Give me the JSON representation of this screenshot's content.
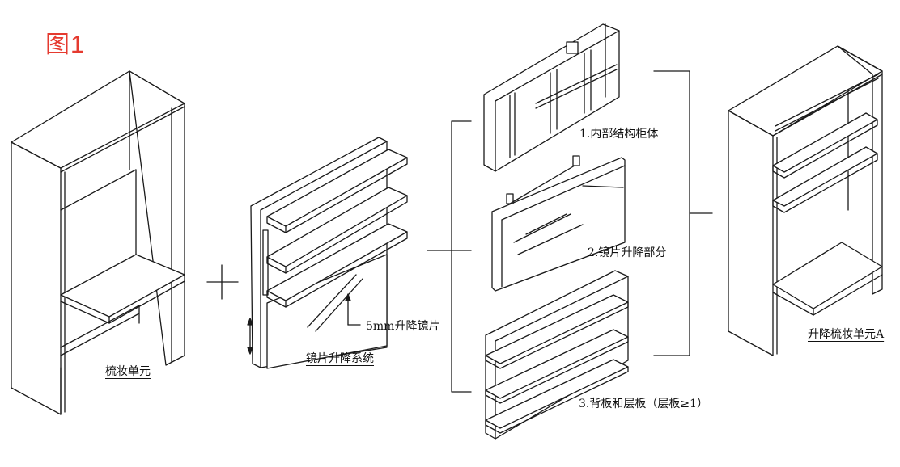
{
  "figure_label": "图1",
  "units": {
    "base_unit": "梳妆单元",
    "lift_system": "镜片升降系统",
    "mirror_note": "5mm升降镜片",
    "part1": "1.内部结构柜体",
    "part2": "2.镜片升降部分",
    "part3": "3.背板和层板（层板≥1）",
    "result_unit": "升降梳妆单元A"
  },
  "colors": {
    "figure_label": "#e53a2f",
    "line": "#1a1a1a"
  }
}
